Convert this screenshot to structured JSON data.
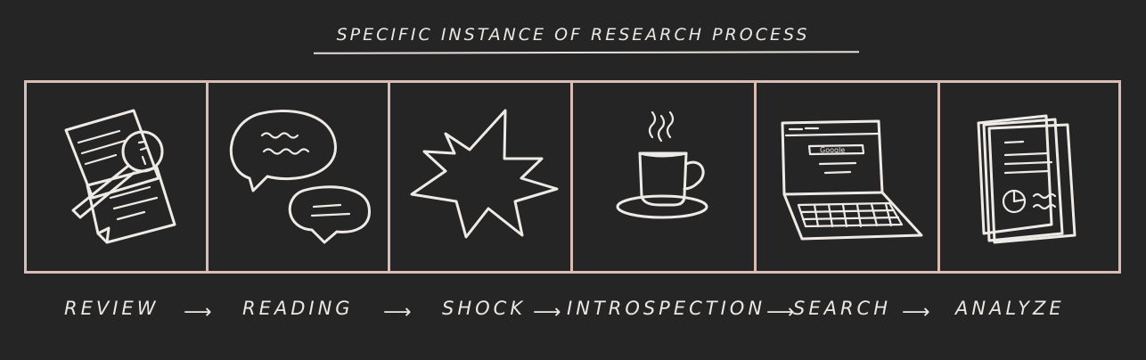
{
  "title": "SPECIFIC INSTANCE OF RESEARCH PROCESS",
  "panels": [
    {
      "icon": "magnifier-document-icon"
    },
    {
      "icon": "speech-bubbles-icon"
    },
    {
      "icon": "starburst-icon"
    },
    {
      "icon": "coffee-cup-icon"
    },
    {
      "icon": "laptop-icon",
      "screen_text": "Google"
    },
    {
      "icon": "report-pages-icon"
    }
  ],
  "steps": [
    {
      "label": "REVIEW"
    },
    {
      "label": "READING"
    },
    {
      "label": "SHOCK"
    },
    {
      "label": "INTROSPECTION"
    },
    {
      "label": "SEARCH"
    },
    {
      "label": "ANALYZE"
    }
  ],
  "arrow": "⟶",
  "colors": {
    "background": "#262526",
    "chalk": "#eeeae6",
    "frame": "#d7bdb6"
  }
}
